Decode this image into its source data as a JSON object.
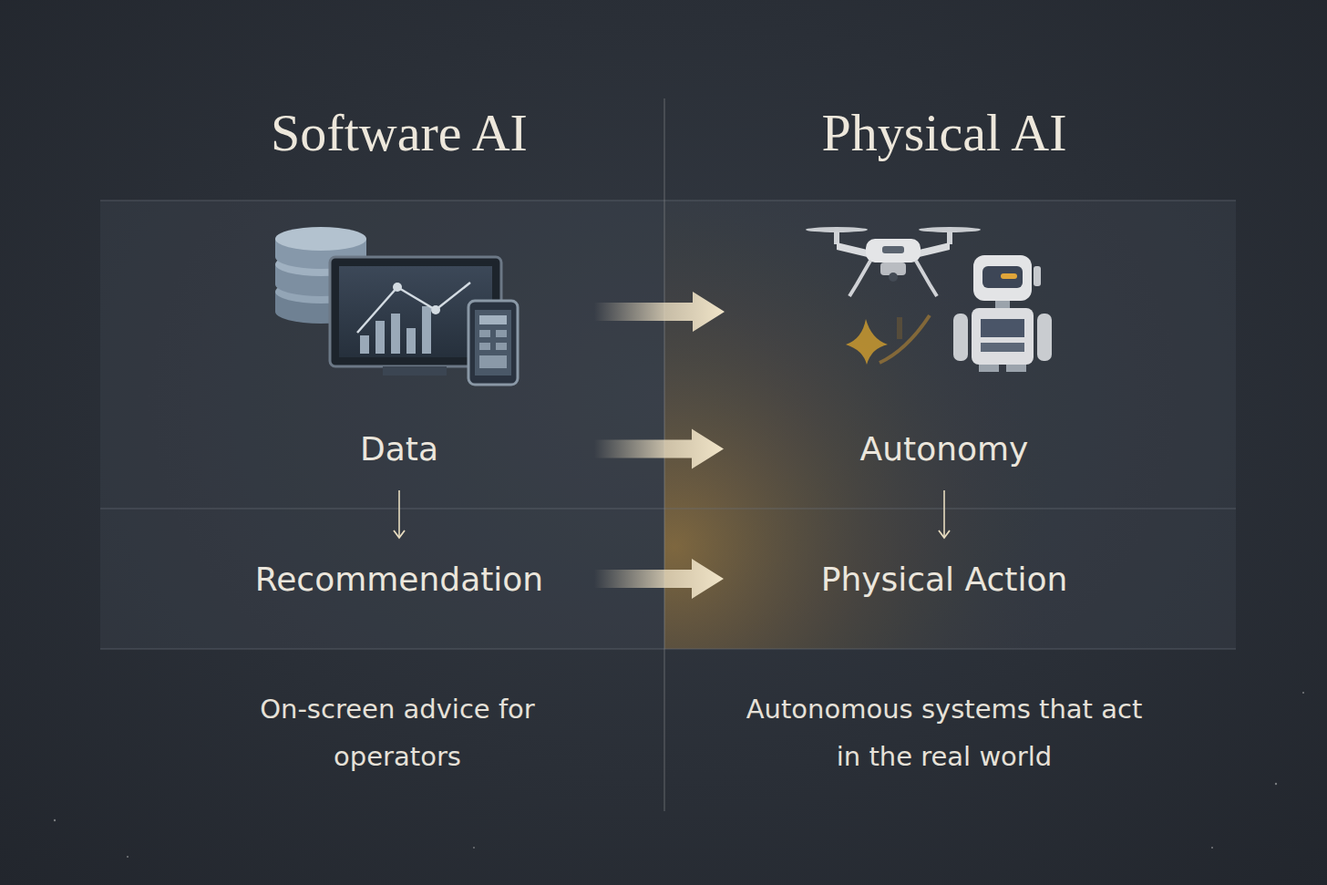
{
  "diagram": {
    "nodes": [
      {
        "text": [
          "Data"
        ]
      },
      {
        "text": [
          "Autonomy"
        ]
      },
      {
        "text": [
          "Recommendation"
        ]
      },
      {
        "text": [
          "Physical Action"
        ]
      }
    ],
    "edges": [
      {
        "from": 0,
        "to": 1,
        "arrow": "to"
      },
      {
        "from": 0,
        "to": 2,
        "arrow": "to"
      },
      {
        "from": 2,
        "to": 3,
        "arrow": "to"
      },
      {
        "from": 1,
        "to": 3,
        "arrow": "to"
      }
    ],
    "labels": [
      "Software AI",
      "Physical AI",
      "On-screen advice for operators",
      "Autonomous systems that act in the real world"
    ]
  }
}
